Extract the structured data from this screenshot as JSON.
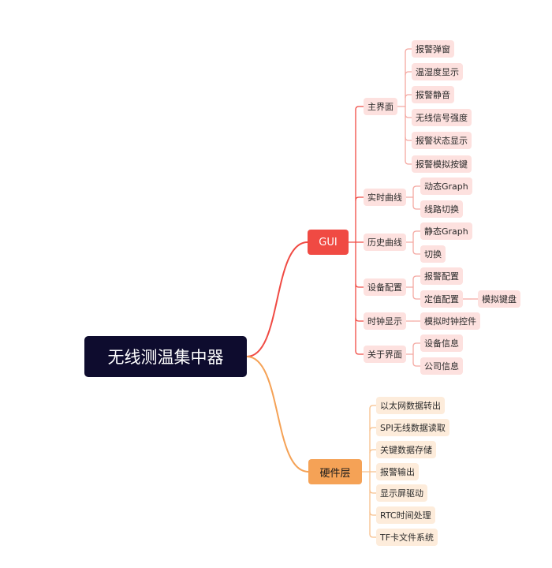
{
  "root": {
    "label": "无线测温集中器"
  },
  "gui": {
    "label": "GUI",
    "color": "#f04a43",
    "children": [
      {
        "label": "主界面",
        "children": [
          "报警弹窗",
          "温湿度显示",
          "报警静音",
          "无线信号强度",
          "报警状态显示",
          "报警模拟按键"
        ]
      },
      {
        "label": "实时曲线",
        "children": [
          "动态Graph",
          "线路切换"
        ]
      },
      {
        "label": "历史曲线",
        "children": [
          "静态Graph",
          "切换"
        ]
      },
      {
        "label": "设备配置",
        "children": [
          "报警配置",
          "定值配置"
        ],
        "extra": "模拟键盘"
      },
      {
        "label": "时钟显示",
        "children": [
          "模拟时钟控件"
        ]
      },
      {
        "label": "关于界面",
        "children": [
          "设备信息",
          "公司信息"
        ]
      }
    ]
  },
  "hardware": {
    "label": "硬件层",
    "color": "#f5a256",
    "children": [
      "以太网数据转出",
      "SPI无线数据读取",
      "关键数据存储",
      "报警输出",
      "显示屏驱动",
      "RTC时间处理",
      "TF卡文件系统"
    ]
  },
  "colors": {
    "root_bg": "#0e0c2e",
    "gui_line": "#f04a43",
    "gui_node_bg": "#fde1df",
    "hw_line": "#f5a256",
    "hw_node_bg": "#fdecdb"
  }
}
